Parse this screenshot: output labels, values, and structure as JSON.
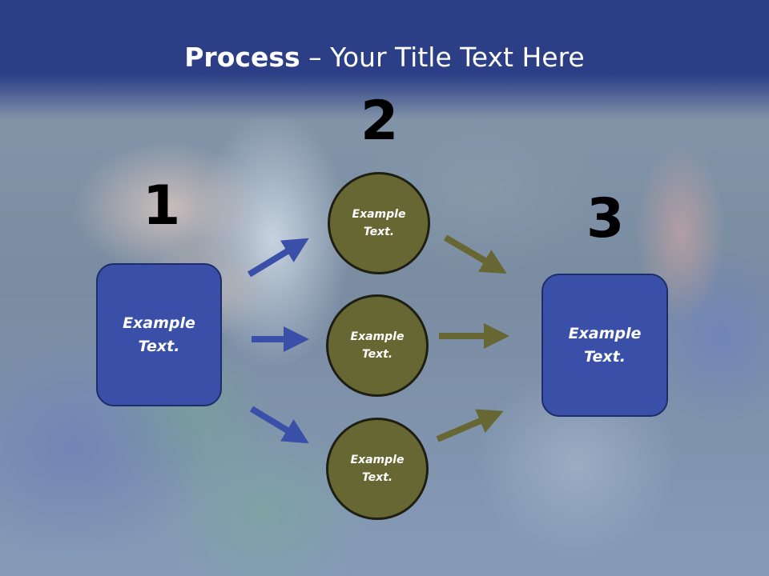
{
  "slide": {
    "title_bold": "Process",
    "title_rest": " – Your Title Text Here"
  },
  "steps": [
    {
      "number": "1",
      "label": "Example\nText."
    },
    {
      "number": "2",
      "labels": [
        "Example\nText.",
        "Example\nText.",
        "Example\nText."
      ]
    },
    {
      "number": "3",
      "label": "Example\nText."
    }
  ],
  "colors": {
    "header": "#2c3f86",
    "box_fill": "#3a50a8",
    "circle_fill": "#666732",
    "arrow_blue": "#3a50a8",
    "arrow_olive": "#666732"
  }
}
